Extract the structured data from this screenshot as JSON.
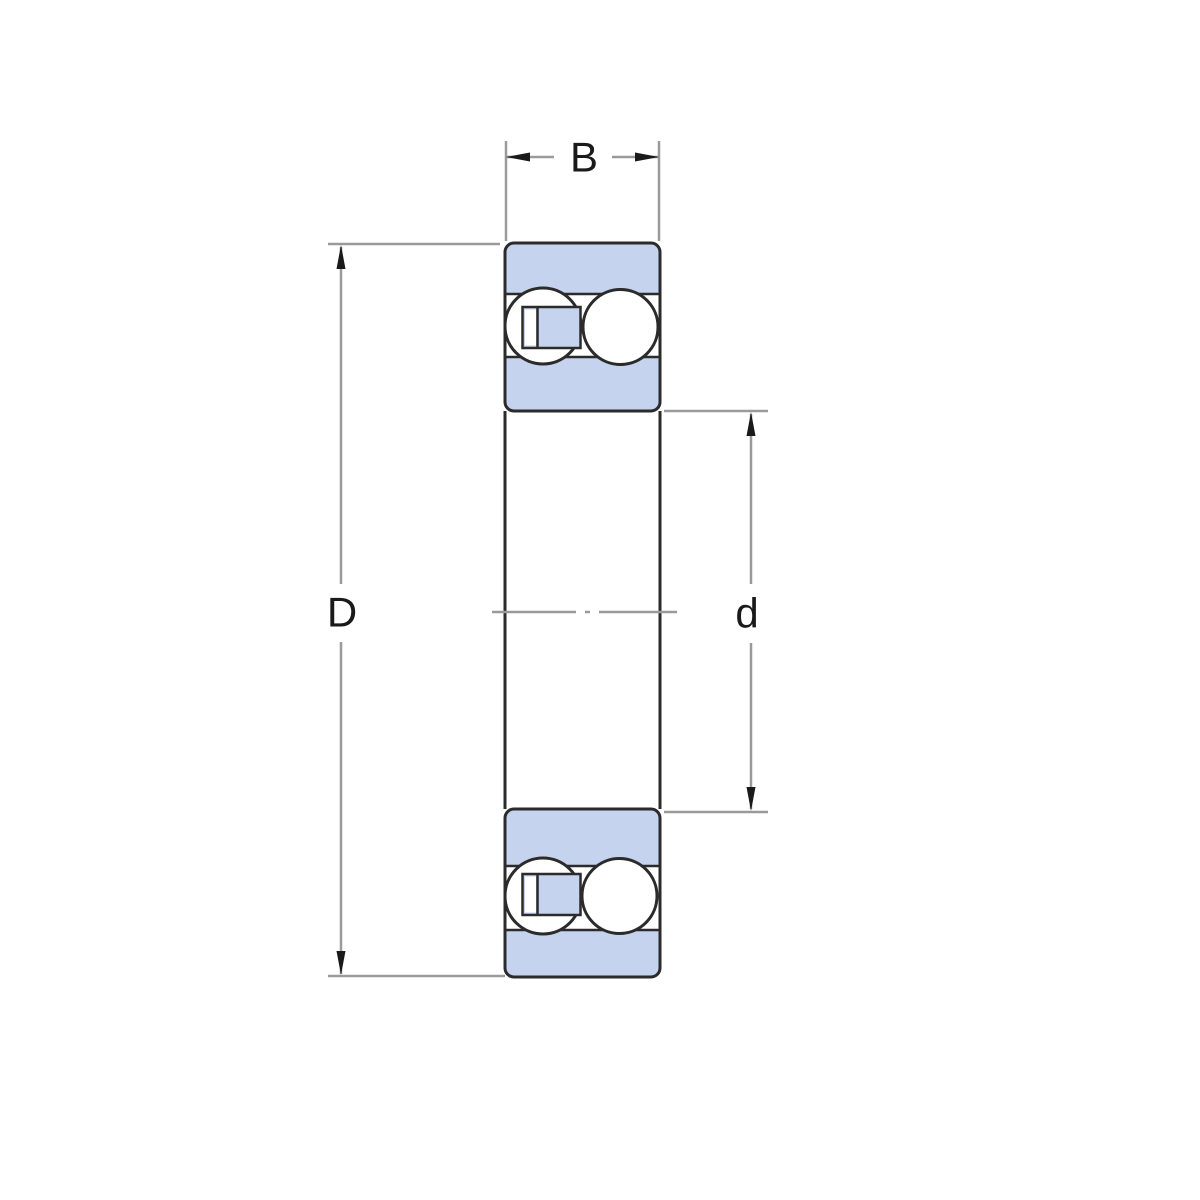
{
  "diagram": {
    "labels": {
      "width": "B",
      "outer_diameter": "D",
      "bore_diameter": "d"
    },
    "colors": {
      "background": "#ffffff",
      "ring_fill": "#c5d3ee",
      "outline": "#2b2b2b",
      "dimension_line": "#9a9a9a",
      "arrow": "#1a1a1a",
      "label_text": "#1a1a1a",
      "ball_fill": "#ffffff"
    }
  }
}
